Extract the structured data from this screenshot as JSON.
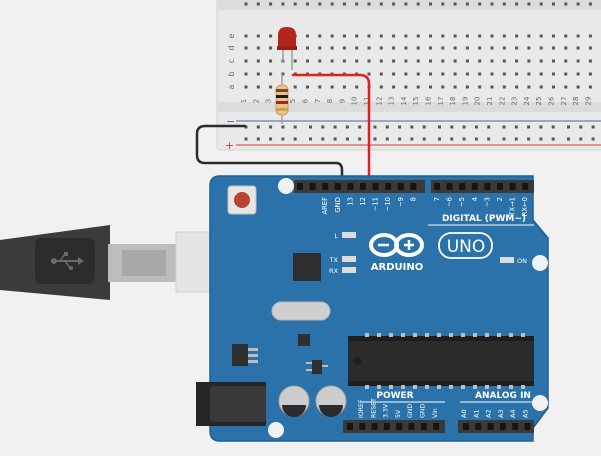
{
  "colors": {
    "canvas": "#f1f1f1",
    "breadboard": "#e9e9e9",
    "board": "#2a72a9",
    "board_edge": "#1f5f93",
    "header": "#3a3a3a",
    "wire_red": "#e0201a",
    "wire_black": "#2b2b2b",
    "led": "#b3261e",
    "rail_red": "#d93b32",
    "rail_blue": "#3a6ea8"
  },
  "breadboard": {
    "row_letters": [
      "a",
      "b",
      "c",
      "d",
      "e"
    ],
    "column_numbers": [
      "1",
      "2",
      "3",
      "4",
      "5",
      "6",
      "7",
      "8",
      "9",
      "10",
      "11",
      "12",
      "13",
      "14",
      "15",
      "16",
      "17",
      "18",
      "19",
      "20",
      "21",
      "22",
      "23",
      "24",
      "25",
      "26",
      "27",
      "28",
      "29"
    ],
    "rail_minus": "−",
    "rail_plus": "+"
  },
  "components": {
    "led_name": "red-led",
    "resistor_name": "resistor"
  },
  "board": {
    "logo_text": "ARDUINO",
    "model_text": "UNO",
    "on_label": "ON",
    "l_label": "L",
    "tx_label": "TX",
    "rx_label": "RX",
    "digital_label": "DIGITAL (PWM~)",
    "power_label": "POWER",
    "analog_label": "ANALOG IN",
    "top_pins": [
      "AREF",
      "GND",
      "13",
      "12",
      "~11",
      "~10",
      "~9",
      "8",
      "7",
      "~6",
      "~5",
      "4",
      "~3",
      "2",
      "TX→1",
      "RX←0"
    ],
    "bottom_power_pins": [
      "IOREF",
      "RESET",
      "3.3V",
      "5V",
      "GND",
      "GND",
      "Vin"
    ],
    "bottom_analog_pins": [
      "A0",
      "A1",
      "A2",
      "A3",
      "A4",
      "A5"
    ]
  },
  "usb": {
    "icon": "usb-icon"
  }
}
